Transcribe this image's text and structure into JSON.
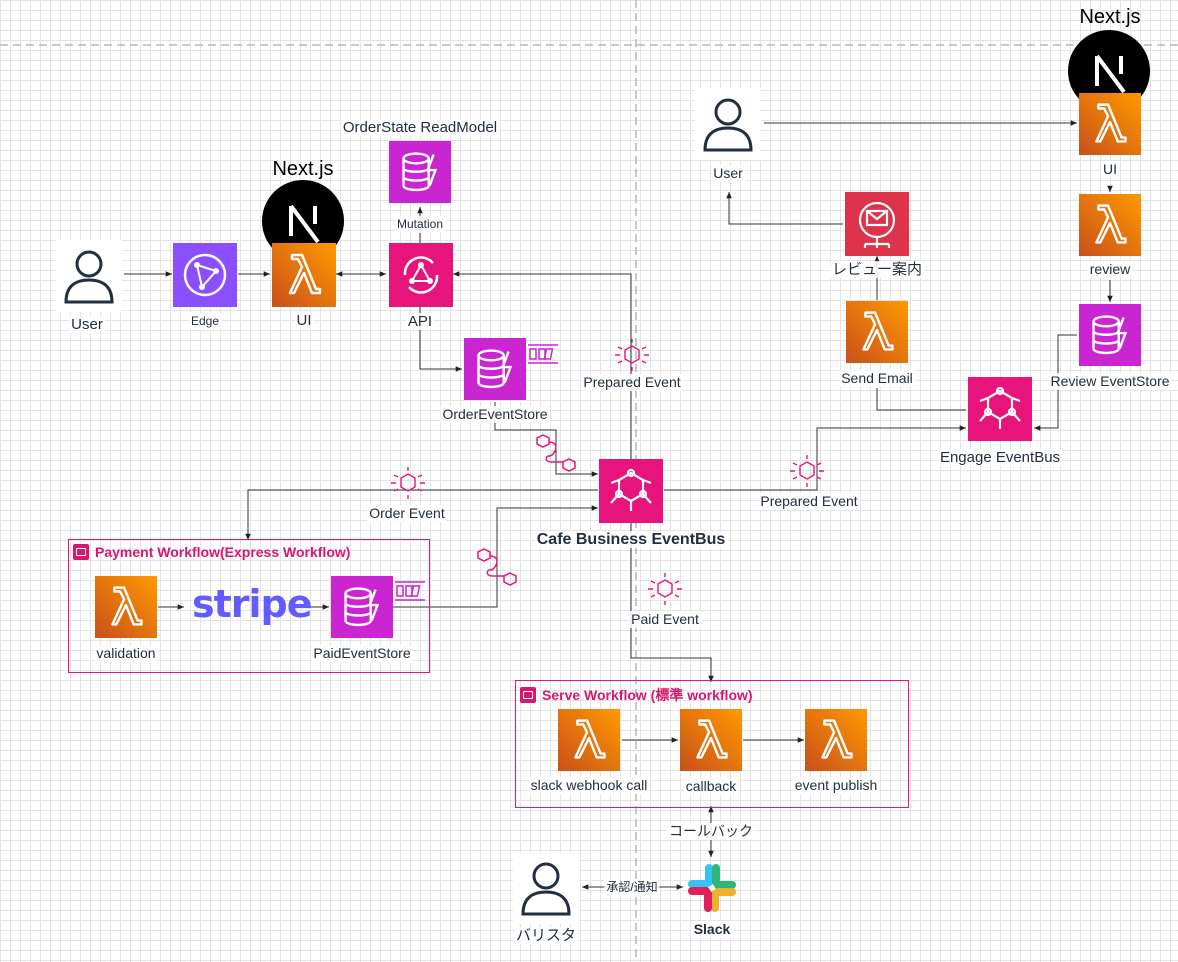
{
  "labels": {
    "user_left": "User",
    "edge": "Edge",
    "ui_left": "UI",
    "nextjs_left": "Next.js",
    "api": "API",
    "mutation": "Mutation",
    "readmodel": "OrderState ReadModel",
    "order_event_store": "OrderEventStore",
    "prepared_event_mid": "Prepared Event",
    "order_event": "Order Event",
    "cafe_bus": "Cafe Business EventBus",
    "paid_event": "Paid Event",
    "prepared_event_right": "Prepared Event",
    "nextjs_right": "Next.js",
    "user_right": "User",
    "ui_right": "UI",
    "review": "review",
    "review_event_store": "Review EventStore",
    "review_guide": "レビュー案内",
    "send_email": "Send Email",
    "engage_bus": "Engage EventBus",
    "barista": "バリスタ",
    "approve_notify": "承認/通知",
    "callback_jp": "コールバック",
    "slack": "Slack"
  },
  "payment_workflow": {
    "title": "Payment Workflow(Express Workflow)",
    "validation": "validation",
    "stripe_logo": "stripe",
    "paid_event_store": "PaidEventStore"
  },
  "serve_workflow": {
    "title": "Serve Workflow (標準 workflow)",
    "webhook": "slack webhook call",
    "callback": "callback",
    "publish": "event publish"
  },
  "icons": {
    "user": "user-icon",
    "cloudfront": "cloudfront-icon",
    "lambda": "lambda-icon",
    "appsync": "appsync-icon",
    "dynamodb": "dynamodb-icon",
    "eventbridge": "eventbridge-icon",
    "event": "event-icon",
    "pipes": "eventbridge-pipes-icon",
    "stream": "dynamodb-stream-icon",
    "ses": "ses-icon",
    "nextjs": "nextjs-logo",
    "slack": "slack-logo",
    "stepfunctions": "step-functions-icon"
  },
  "colors": {
    "compute": "#ed7100",
    "database": "#c925d1",
    "integration": "#e7157b",
    "network": "#8c4fff",
    "ses": "#dd344c"
  }
}
